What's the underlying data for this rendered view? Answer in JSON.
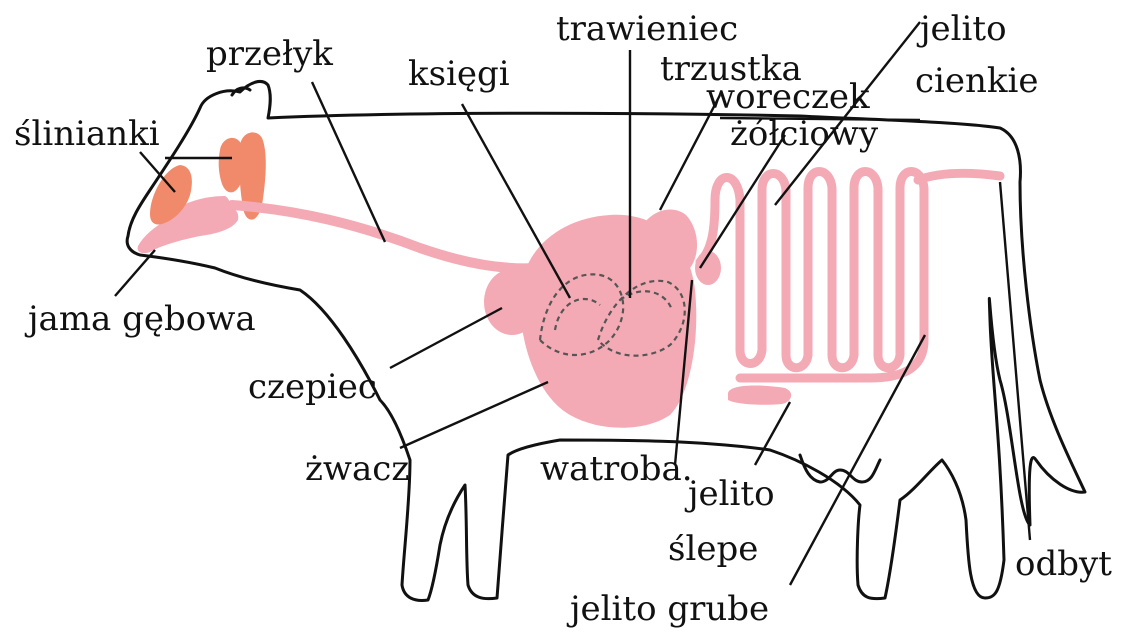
{
  "colors": {
    "organ_pink": "#f4aab5",
    "gland_orange": "#f08a6a",
    "outline": "#111111",
    "background": "#ffffff"
  },
  "labels": {
    "przelyk": "przełyk",
    "slinianki": "ślinianki",
    "ksiegi": "księgi",
    "trawieniec": "trawieniec",
    "trzustka": "trzustka",
    "woreczek_line1": "woreczek",
    "woreczek_line2": "żółciowy",
    "jelito_cienkie_line1": "jelito",
    "jelito_cienkie_line2": "cienkie",
    "jama_gebowa": "jama gębowa",
    "czepiec": "czepiec",
    "zwacz": "żwacz",
    "watroba": "watroba.",
    "jelito_slepe_line1": "jelito",
    "jelito_slepe_line2": "ślepe",
    "odbyt": "odbyt",
    "jelito_grube": "jelito grube"
  }
}
